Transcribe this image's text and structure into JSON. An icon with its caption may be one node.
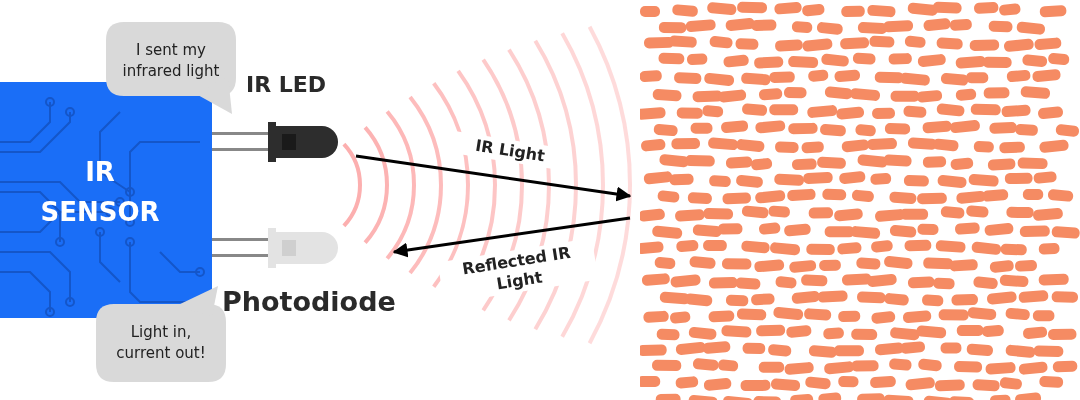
{
  "diagram": {
    "nodes": [
      {
        "text": [
          "IR SENSOR"
        ]
      },
      {
        "text": [
          "I sent my infrared light"
        ]
      },
      {
        "text": [
          "IR LED"
        ]
      },
      {
        "text": [
          "Photodiode"
        ]
      },
      {
        "text": [
          "Light in, current out!"
        ]
      },
      {
        "text": [],
        "shape": "picture"
      }
    ],
    "edges": [
      {
        "from": 2,
        "to": 5,
        "arrow": "to",
        "label": "IR Light"
      },
      {
        "from": 5,
        "to": 3,
        "arrow": "to",
        "label": "Reflected IR Light"
      }
    ]
  }
}
